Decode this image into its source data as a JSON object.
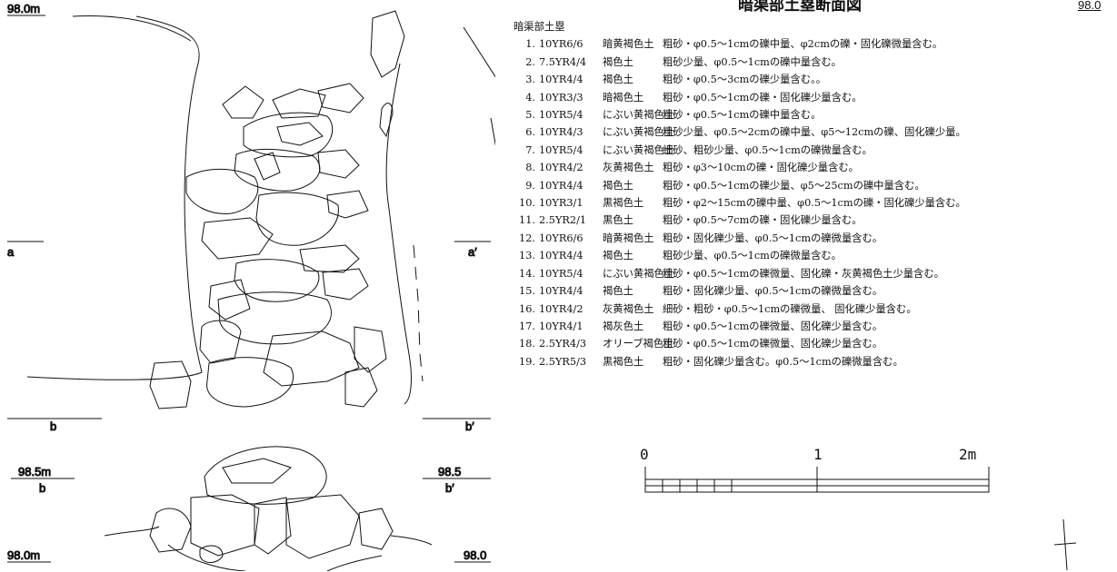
{
  "title": "暗渠部土塁断面図",
  "corner_elevation": "98.0",
  "legend": {
    "heading": "暗渠部土塁",
    "layers": [
      {
        "num": "1.",
        "code": "10YR6/6",
        "soil": "暗黄褐色土",
        "desc": "粗砂・φ0.5～1cmの礫中量、φ2cmの礫・固化礫微量含む。"
      },
      {
        "num": "2.",
        "code": "7.5YR4/4",
        "soil": "褐色土",
        "desc": "粗砂少量、φ0.5～1cmの礫中量含む。"
      },
      {
        "num": "3.",
        "code": "10YR4/4",
        "soil": "褐色土",
        "desc": "粗砂・φ0.5～3cmの礫少量含む。。"
      },
      {
        "num": "4.",
        "code": "10YR3/3",
        "soil": "暗褐色土",
        "desc": "粗砂・φ0.5～1cmの礫・固化礫少量含む。"
      },
      {
        "num": "5.",
        "code": "10YR5/4",
        "soil": "にぶい黄褐色土",
        "desc": "粗砂・φ0.5～1cmの礫中量含む。"
      },
      {
        "num": "6.",
        "code": "10YR4/3",
        "soil": "にぶい黄褐色土",
        "desc": "粗砂少量、φ0.5～2cmの礫中量、φ5～12cmの礫、固化礫少量。"
      },
      {
        "num": "7.",
        "code": "10YR5/4",
        "soil": "にぶい黄褐色土",
        "desc": "細砂、粗砂少量、φ0.5～1cmの礫微量含む。"
      },
      {
        "num": "8.",
        "code": "10YR4/2",
        "soil": "灰黄褐色土",
        "desc": "粗砂・φ3～10cmの礫・固化礫少量含む。"
      },
      {
        "num": "9.",
        "code": "10YR4/4",
        "soil": "褐色土",
        "desc": "粗砂・φ0.5～1cmの礫少量、φ5～25cmの礫中量含む。"
      },
      {
        "num": "10.",
        "code": "10YR3/1",
        "soil": "黒褐色土",
        "desc": "粗砂・φ2～15cmの礫中量、φ0.5～1cmの礫・固化礫少量含む。"
      },
      {
        "num": "11.",
        "code": "2.5YR2/1",
        "soil": "黒色土",
        "desc": "粗砂・φ0.5～7cmの礫・固化礫少量含む。"
      },
      {
        "num": "12.",
        "code": "10YR6/6",
        "soil": "暗黄褐色土",
        "desc": "粗砂・固化礫少量、φ0.5～1cmの礫微量含む。"
      },
      {
        "num": "13.",
        "code": "10YR4/4",
        "soil": "褐色土",
        "desc": "粗砂少量、φ0.5～1cmの礫微量含む。"
      },
      {
        "num": "14.",
        "code": "10YR5/4",
        "soil": "にぶい黄褐色土",
        "desc": "粗砂・φ0.5～1cmの礫微量、固化礫・灰黄褐色土少量含む。"
      },
      {
        "num": "15.",
        "code": "10YR4/4",
        "soil": "褐色土",
        "desc": "粗砂・固化礫少量、φ0.5～1cmの礫微量含む。"
      },
      {
        "num": "16.",
        "code": "10YR4/2",
        "soil": "灰黄褐色土",
        "desc": "細砂・粗砂・φ0.5～1cmの礫微量、 固化礫少量含む。"
      },
      {
        "num": "17.",
        "code": "10YR4/1",
        "soil": "褐灰色土",
        "desc": "粗砂・φ0.5～1cmの礫微量、固化礫少量含む。"
      },
      {
        "num": "18.",
        "code": "2.5YR4/3",
        "soil": "オリーブ褐色土",
        "desc": "粗砂・φ0.5～1cmの礫微量、固化礫少量含む。"
      },
      {
        "num": "19.",
        "code": "2.5YR5/3",
        "soil": "黒褐色土",
        "desc": "粗砂・固化礫少量含む。φ0.5～1cmの礫微量含む。"
      }
    ]
  },
  "drawing": {
    "labels": {
      "top_left_elev": "98.0m",
      "section_a": "a",
      "section_a_prime": "a′",
      "section_b": "b",
      "section_b_prime": "b′",
      "lower_left_elev": "98.5m",
      "lower_left_b": "b",
      "lower_right_elev": "98.5",
      "lower_right_b": "b′",
      "bottom_left_elev": "98.0m",
      "bottom_right_elev": "98.0"
    }
  },
  "scale": {
    "labels": [
      "0",
      "1",
      "2m"
    ]
  }
}
